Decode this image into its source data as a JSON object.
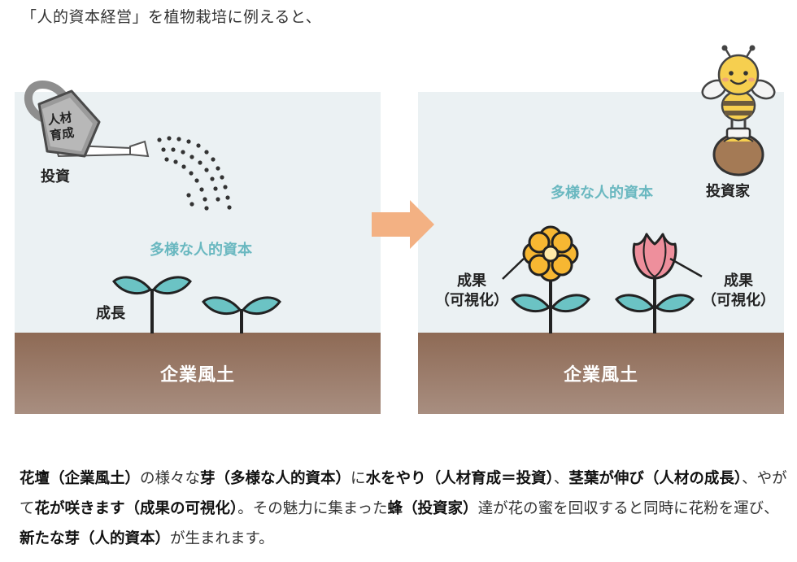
{
  "intro": "「人的資本経営」を植物栽培に例えると、",
  "left_panel": {
    "can_label": "人材\n育成",
    "invest_label": "投資",
    "capital_label": "多様な人的資本",
    "growth_label": "成長",
    "soil_label": "企業風土"
  },
  "right_panel": {
    "capital_label": "多様な人的資本",
    "investor_label": "投資家",
    "result_left": "成果\n（可視化）",
    "result_right": "成果\n（可視化）",
    "soil_label": "企業風土"
  },
  "description": [
    {
      "t": "花壇（企業風土）",
      "b": true
    },
    {
      "t": "の様々な",
      "b": false
    },
    {
      "t": "芽（多様な人的資本）",
      "b": true
    },
    {
      "t": "に",
      "b": false
    },
    {
      "t": "水をやり（人材育成＝投資）",
      "b": true
    },
    {
      "t": "、",
      "b": false
    },
    {
      "t": "茎葉が伸び（人材の成長）",
      "b": true
    },
    {
      "t": "、やがて",
      "b": false
    },
    {
      "t": "花が咲きます（成果の可視化）",
      "b": true
    },
    {
      "t": "。その魅力に集まった",
      "b": false
    },
    {
      "t": "蜂（投資家）",
      "b": true
    },
    {
      "t": "達が花の蜜を回収すると同時に花粉を運び、",
      "b": false
    },
    {
      "t": "新たな芽（人的資本）",
      "b": true
    },
    {
      "t": "が生まれます。",
      "b": false
    }
  ],
  "colors": {
    "sky": "#ebf1f3",
    "soil_top": "#8e6a55",
    "soil_bottom": "#a88e80",
    "leaf": "#6bc3c4",
    "teal_text": "#6ab8c0",
    "arrow": "#f3b183",
    "flower_orange": "#f7b732",
    "tulip_pink": "#ee8f9c",
    "can_gray": "#8e8e8e"
  },
  "icons": [
    "watering-can-icon",
    "water-drops-icon",
    "sprout-icon",
    "flower-icon",
    "tulip-icon",
    "bee-icon",
    "honey-pot-icon",
    "arrow-right-icon"
  ]
}
